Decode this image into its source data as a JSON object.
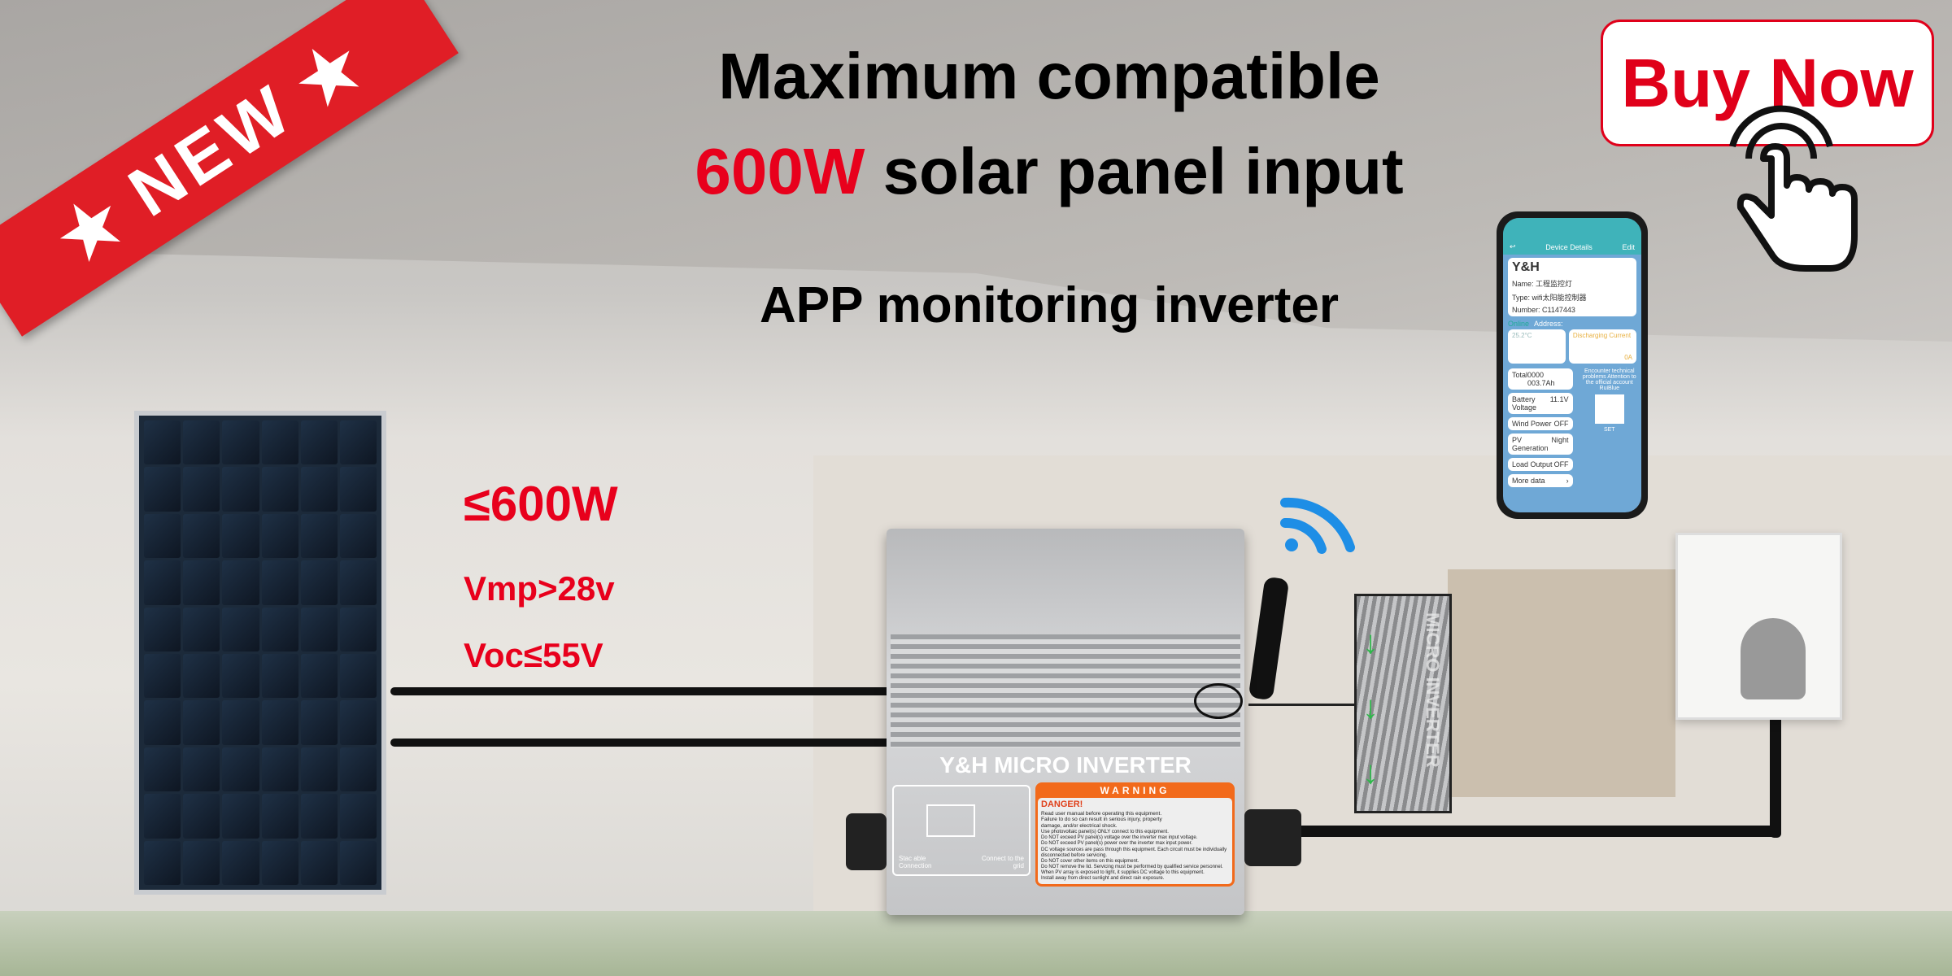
{
  "banner": {
    "badge": "NEW",
    "badge_stars": "★",
    "title_line1": "Maximum compatible",
    "title_line2_highlight": "600W",
    "title_line2_rest": "solar panel input",
    "title_line3": "APP monitoring inverter"
  },
  "cta": {
    "label": "Buy Now",
    "icon": "pointing-hand-icon"
  },
  "specs": {
    "power": "≤600W",
    "vmp": "Vmp>28v",
    "voc": "Voc≤55V"
  },
  "inverter": {
    "name": "Y&H MICRO INVERTER",
    "warning_title": "WARNING",
    "danger": "DANGER!",
    "danger_text": "Read user manual before operating this equipment. Failure to do so can result in serious injury, property damage, and/or electrical shock.",
    "rules": [
      "Use photovoltaic panel(s) ONLY connect to this equipment.",
      "Do NOT exceed PV panel(s) voltage over the inverter max input voltage.",
      "Do NOT exceed PV panel(s) power over the inverter max input power.",
      "DC voltage sources are pass through this equipment. Each circuit must be individually disconnected before servicing.",
      "Do NOT cover other items on this equipment.",
      "Do NOT remove the lid. Servicing must be performed by qualified service personnel.",
      "When PV array is exposed to light, it supplies DC voltage to this equipment.",
      "Install away from direct sunlight and direct rain exposure."
    ],
    "diagram_left": "Stac able Connection",
    "diagram_right": "Connect to the grid",
    "inset_text": "MICRO INVERTER"
  },
  "phone": {
    "header": "Device Details",
    "edit": "Edit",
    "brand": "Y&H",
    "name": "Name: 工程监控灯",
    "type": "Type: wifi太阳能控制器",
    "number": "Number: C1147443",
    "address": "Address:",
    "status": "Online",
    "temp": "25.2°C",
    "discharge_label": "Discharging Current",
    "discharge_value": "0A",
    "rows": [
      {
        "label": "Total",
        "value": "0000 003.7Ah"
      },
      {
        "label": "Battery Voltage",
        "value": "11.1V"
      },
      {
        "label": "Wind Power",
        "value": "OFF"
      },
      {
        "label": "PV Generation",
        "value": "Night"
      },
      {
        "label": "Load Output",
        "value": "OFF"
      }
    ],
    "more": "More data",
    "promo": "Encounter technical problems Attention to the official account RuiBlue",
    "set": "SET"
  },
  "colors": {
    "accent_red": "#e8001c",
    "ribbon": "#e01e26",
    "wifi": "#1e8ee6",
    "warning_orange": "#f26a1b"
  }
}
